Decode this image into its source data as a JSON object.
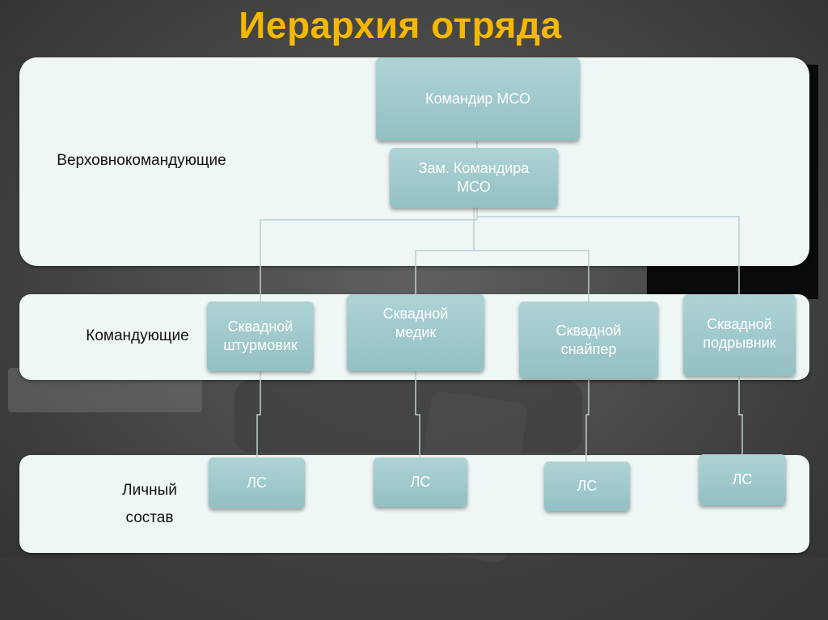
{
  "title": "Иерархия отряда",
  "tiers": {
    "top": "Верховнокомандующие",
    "mid": "Командующие",
    "bot": "Личный\nсостав"
  },
  "nodes": {
    "commander": "Командир МСО",
    "deputy": "Зам. Командира\nМСО",
    "stormtrooper": "Сквадной\nштурмовик",
    "medic": "Сквадной\nмедик",
    "sniper": "Сквадной\nснайпер",
    "demolisher": "Сквадной\nподрывник",
    "ls1": "ЛС",
    "ls2": "ЛС",
    "ls3": "ЛС",
    "ls4": "ЛС"
  },
  "colors": {
    "title": "#f5b800",
    "node_fill": "#9ec9cc",
    "tier_fill": "#eef6f6",
    "connector": "#b9cfd3"
  }
}
